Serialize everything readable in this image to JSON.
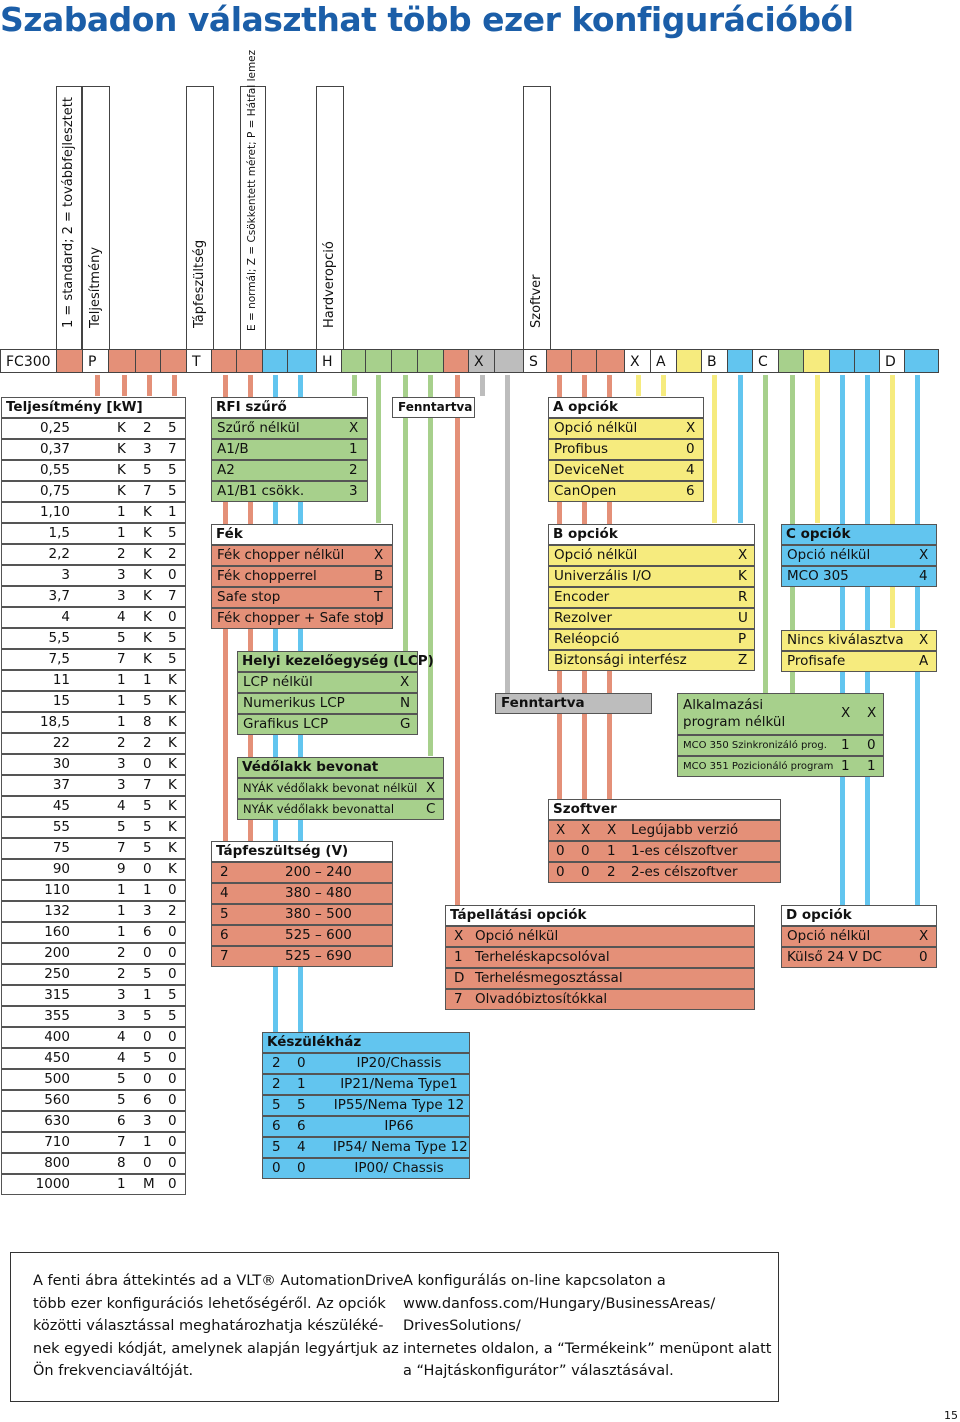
{
  "title": "Szabadon választhat több ezer konfigurációból",
  "top_labels": {
    "standard": "1 = standard; 2 = továbbfejlesztett",
    "power": "Teljesítmény",
    "voltage": "Tápfeszültség",
    "size": "E = normál; Z = Csökkentett méret; P = Hátfal lemez",
    "hardware": "Hardveropció",
    "software": "Szoftver"
  },
  "code_bar": [
    "FC300",
    "P",
    "T",
    "H",
    "X",
    "S",
    "X",
    "A",
    "B",
    "C",
    "D"
  ],
  "power_table": {
    "header": "Teljesítmény [kW]",
    "rows": [
      [
        "0,25",
        "K",
        "2",
        "5"
      ],
      [
        "0,37",
        "K",
        "3",
        "7"
      ],
      [
        "0,55",
        "K",
        "5",
        "5"
      ],
      [
        "0,75",
        "K",
        "7",
        "5"
      ],
      [
        "1,10",
        "1",
        "K",
        "1"
      ],
      [
        "1,5",
        "1",
        "K",
        "5"
      ],
      [
        "2,2",
        "2",
        "K",
        "2"
      ],
      [
        "3",
        "3",
        "K",
        "0"
      ],
      [
        "3,7",
        "3",
        "K",
        "7"
      ],
      [
        "4",
        "4",
        "K",
        "0"
      ],
      [
        "5,5",
        "5",
        "K",
        "5"
      ],
      [
        "7,5",
        "7",
        "K",
        "5"
      ],
      [
        "11",
        "1",
        "1",
        "K"
      ],
      [
        "15",
        "1",
        "5",
        "K"
      ],
      [
        "18,5",
        "1",
        "8",
        "K"
      ],
      [
        "22",
        "2",
        "2",
        "K"
      ],
      [
        "30",
        "3",
        "0",
        "K"
      ],
      [
        "37",
        "3",
        "7",
        "K"
      ],
      [
        "45",
        "4",
        "5",
        "K"
      ],
      [
        "55",
        "5",
        "5",
        "K"
      ],
      [
        "75",
        "7",
        "5",
        "K"
      ],
      [
        "90",
        "9",
        "0",
        "K"
      ],
      [
        "110",
        "1",
        "1",
        "0"
      ],
      [
        "132",
        "1",
        "3",
        "2"
      ],
      [
        "160",
        "1",
        "6",
        "0"
      ],
      [
        "200",
        "2",
        "0",
        "0"
      ],
      [
        "250",
        "2",
        "5",
        "0"
      ],
      [
        "315",
        "3",
        "1",
        "5"
      ],
      [
        "355",
        "3",
        "5",
        "5"
      ],
      [
        "400",
        "4",
        "0",
        "0"
      ],
      [
        "450",
        "4",
        "5",
        "0"
      ],
      [
        "500",
        "5",
        "0",
        "0"
      ],
      [
        "560",
        "5",
        "6",
        "0"
      ],
      [
        "630",
        "6",
        "3",
        "0"
      ],
      [
        "710",
        "7",
        "1",
        "0"
      ],
      [
        "800",
        "8",
        "0",
        "0"
      ],
      [
        "1000",
        "1",
        "M",
        "0"
      ]
    ]
  },
  "rfi": {
    "header": "RFI szűrő",
    "rows": [
      [
        "Szűrő nélkül",
        "X"
      ],
      [
        "A1/B",
        "1"
      ],
      [
        "A2",
        "2"
      ],
      [
        "A1/B1 csökk.",
        "3"
      ]
    ]
  },
  "reserved1": "Fenntartva",
  "a_options": {
    "header": "A opciók",
    "rows": [
      [
        "Opció nélkül",
        "X"
      ],
      [
        "Profibus",
        "0"
      ],
      [
        "DeviceNet",
        "4"
      ],
      [
        "CanOpen",
        "6"
      ]
    ]
  },
  "brake": {
    "header": "Fék",
    "rows": [
      [
        "Fék chopper nélkül",
        "X"
      ],
      [
        "Fék chopperrel",
        "B"
      ],
      [
        "Safe stop",
        "T"
      ],
      [
        "Fék chopper + Safe stop",
        "U"
      ]
    ]
  },
  "b_options": {
    "header": "B opciók",
    "rows": [
      [
        "Opció nélkül",
        "X"
      ],
      [
        "Univerzális I/O",
        "K"
      ],
      [
        "Encoder",
        "R"
      ],
      [
        "Rezolver",
        "U"
      ],
      [
        "Reléopció",
        "P"
      ],
      [
        "Biztonsági interfész",
        "Z"
      ]
    ]
  },
  "c_options": {
    "header": "C opciók",
    "rows": [
      [
        "Opció nélkül",
        "X"
      ],
      [
        "MCO 305",
        "4"
      ]
    ]
  },
  "c2_options": {
    "rows": [
      [
        "Nincs kiválasztva",
        "X"
      ],
      [
        "Profisafe",
        "A"
      ]
    ]
  },
  "lcp": {
    "header": "Helyi kezelőegység (LCP)",
    "rows": [
      [
        "LCP nélkül",
        "X"
      ],
      [
        "Numerikus LCP",
        "N"
      ],
      [
        "Grafikus LCP",
        "G"
      ]
    ]
  },
  "reserved2": "Fenntartva",
  "app": {
    "rows": [
      [
        "Alkalmazási program nélkül",
        "X",
        "X"
      ],
      [
        "MCO 350 Szinkronizáló prog.",
        "1",
        "0"
      ],
      [
        "MCO 351 Pozicionáló program",
        "1",
        "1"
      ]
    ]
  },
  "coating": {
    "header": "Védőlakk bevonat",
    "rows": [
      [
        "NYÁK védőlakk bevonat nélkül",
        "X"
      ],
      [
        "NYÁK védőlakk bevonattal",
        "C"
      ]
    ]
  },
  "software": {
    "header": "Szoftver",
    "rows": [
      [
        "X",
        "X",
        "X",
        "Legújabb verzió"
      ],
      [
        "0",
        "0",
        "1",
        "1-es célszoftver"
      ],
      [
        "0",
        "0",
        "2",
        "2-es célszoftver"
      ]
    ]
  },
  "supply": {
    "header": "Tápfeszültség (V)",
    "rows": [
      [
        "2",
        "200 – 240"
      ],
      [
        "4",
        "380 – 480"
      ],
      [
        "5",
        "380 – 500"
      ],
      [
        "6",
        "525 – 600"
      ],
      [
        "7",
        "525 – 690"
      ]
    ]
  },
  "power_options": {
    "header": "Tápellátási opciók",
    "rows": [
      [
        "X",
        "Opció nélkül"
      ],
      [
        "1",
        "Terheléskapcsolóval"
      ],
      [
        "D",
        "Terhelésmegosztással"
      ],
      [
        "7",
        "Olvadóbiztosítókkal"
      ]
    ]
  },
  "d_options": {
    "header": "D opciók",
    "rows": [
      [
        "Opció nélkül",
        "X"
      ],
      [
        "Külső 24 V DC",
        "0"
      ]
    ]
  },
  "enclosure": {
    "header": "Készülékház",
    "rows": [
      [
        "2",
        "0",
        "IP20/Chassis"
      ],
      [
        "2",
        "1",
        "IP21/Nema Type1"
      ],
      [
        "5",
        "5",
        "IP55/Nema Type 12"
      ],
      [
        "6",
        "6",
        "IP66"
      ],
      [
        "5",
        "4",
        "IP54/ Nema Type 12"
      ],
      [
        "0",
        "0",
        "IP00/ Chassis"
      ]
    ]
  },
  "note_left": "A fenti ábra áttekintés ad a VLT® AutomationDrive\ntöbb ezer konfigurációs lehetőségéről. Az opciók\nközötti választással meghatározhatja készüléké-\nnek egyedi kódját, amelynek alapján legyártjuk az\nÖn frekvenciaváltóját.",
  "note_right": "A konfigurálás on-line kapcsolaton a\nwww.danfoss.com/Hungary/BusinessAreas/\nDrivesSolutions/\ninternetes oldalon, a “Termékeink” menüpont alatt\na “Hajtáskonfigurátor” választásával.",
  "page_number": "15",
  "colors": {
    "title": "#1b5ea8",
    "green": "#a7d08c",
    "salmon": "#e49078",
    "blue": "#62c5ef",
    "yellow": "#f6eb7e",
    "gray": "#bdbdbd"
  }
}
